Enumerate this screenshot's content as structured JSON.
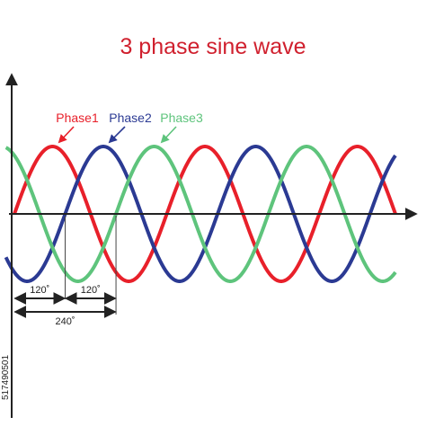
{
  "chart_data": {
    "type": "line",
    "title": "3 phase sine wave",
    "xlabel": "",
    "ylabel": "",
    "x_unit": "degrees",
    "x_range": [
      0,
      900
    ],
    "y_range": [
      -1,
      1
    ],
    "grid": false,
    "series": [
      {
        "name": "Phase1",
        "color": "#e8202a",
        "phase_shift_deg": 0,
        "amplitude": 1,
        "x_range": [
          0,
          900
        ]
      },
      {
        "name": "Phase2",
        "color": "#2b3a93",
        "phase_shift_deg": 120,
        "amplitude": 1,
        "x_range": [
          -20,
          900
        ]
      },
      {
        "name": "Phase3",
        "color": "#5ec47c",
        "phase_shift_deg": 240,
        "amplitude": 1,
        "x_range": [
          -20,
          900
        ]
      }
    ],
    "annotations": [
      {
        "label": "120˚",
        "from_deg": 0,
        "to_deg": 120
      },
      {
        "label": "120˚",
        "from_deg": 120,
        "to_deg": 240
      },
      {
        "label": "240˚",
        "from_deg": 0,
        "to_deg": 240
      }
    ]
  },
  "watermark": {
    "side_id": "517490501"
  }
}
